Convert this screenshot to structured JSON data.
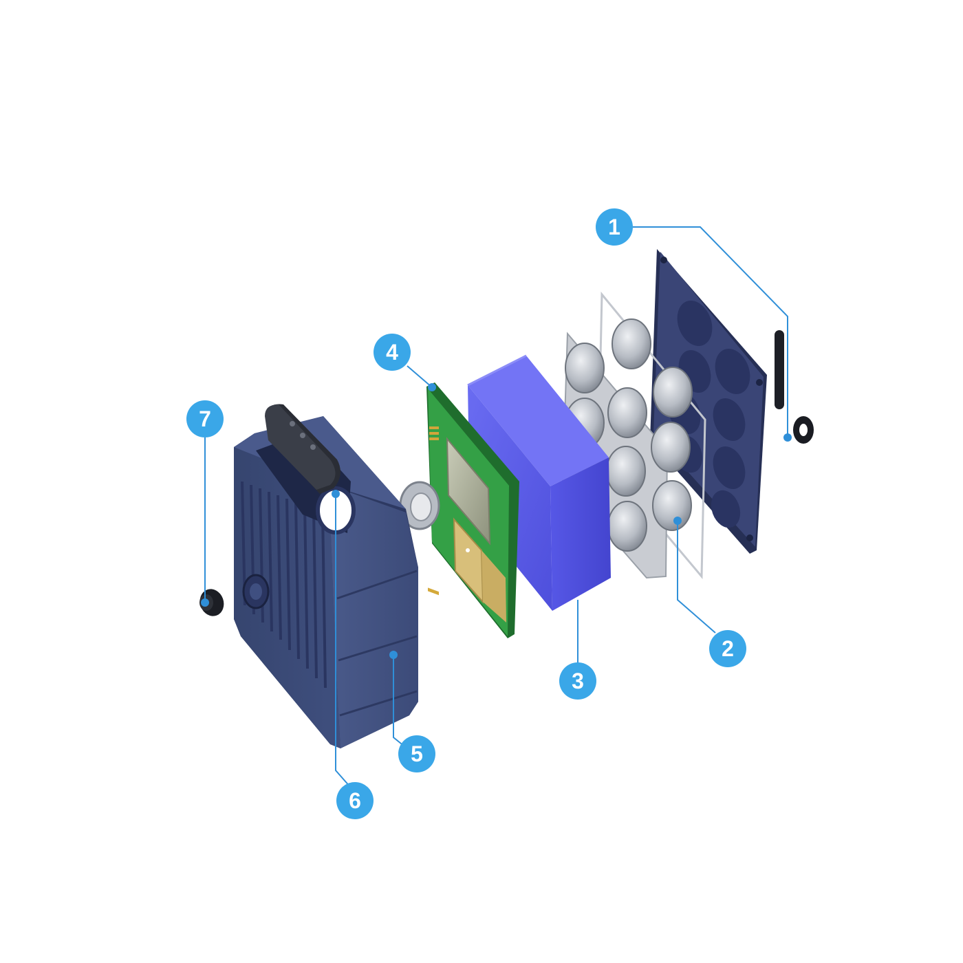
{
  "colors": {
    "callout": "#3aa7e8",
    "leader_line": "#2f8fd8",
    "housing": "#3b4a78",
    "housing_dark": "#2b375c",
    "battery": "#5b5ce8",
    "pcb": "#2e8b3e",
    "magnet": "#b9bec6",
    "back_plate": "#2c3760"
  },
  "callouts": [
    {
      "id": "1",
      "label": "1"
    },
    {
      "id": "2",
      "label": "2"
    },
    {
      "id": "3",
      "label": "3"
    },
    {
      "id": "4",
      "label": "4"
    },
    {
      "id": "5",
      "label": "5"
    },
    {
      "id": "6",
      "label": "6"
    },
    {
      "id": "7",
      "label": "7"
    }
  ]
}
